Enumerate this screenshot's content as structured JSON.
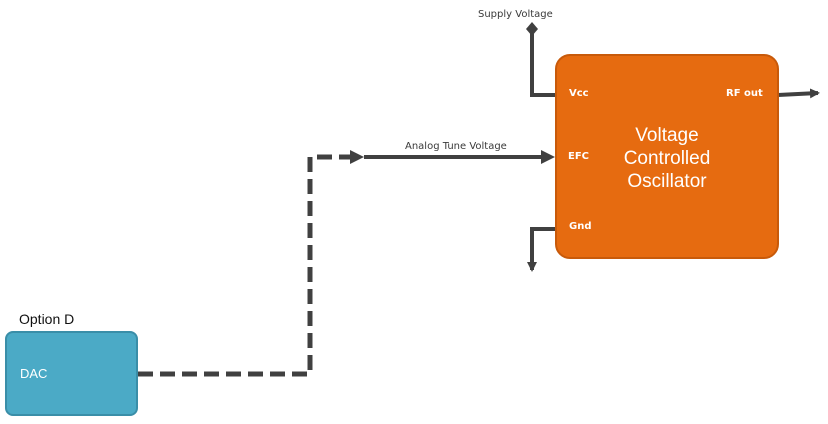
{
  "labels": {
    "supply_voltage": "Supply Voltage",
    "analog_tune_voltage": "Analog Tune Voltage",
    "option": "Option D"
  },
  "vco": {
    "title_lines": [
      "Voltage",
      "Controlled",
      "Oscillator"
    ],
    "pins": {
      "vcc": "Vcc",
      "efc": "EFC",
      "gnd": "Gnd",
      "rf_out": "RF out"
    }
  },
  "dac": {
    "label": "DAC"
  },
  "colors": {
    "vco_fill": "#E66B10",
    "vco_border": "#C85A0A",
    "dac_fill": "#4BAAC6",
    "dac_border": "#3A8EA8",
    "wire": "#404040"
  }
}
